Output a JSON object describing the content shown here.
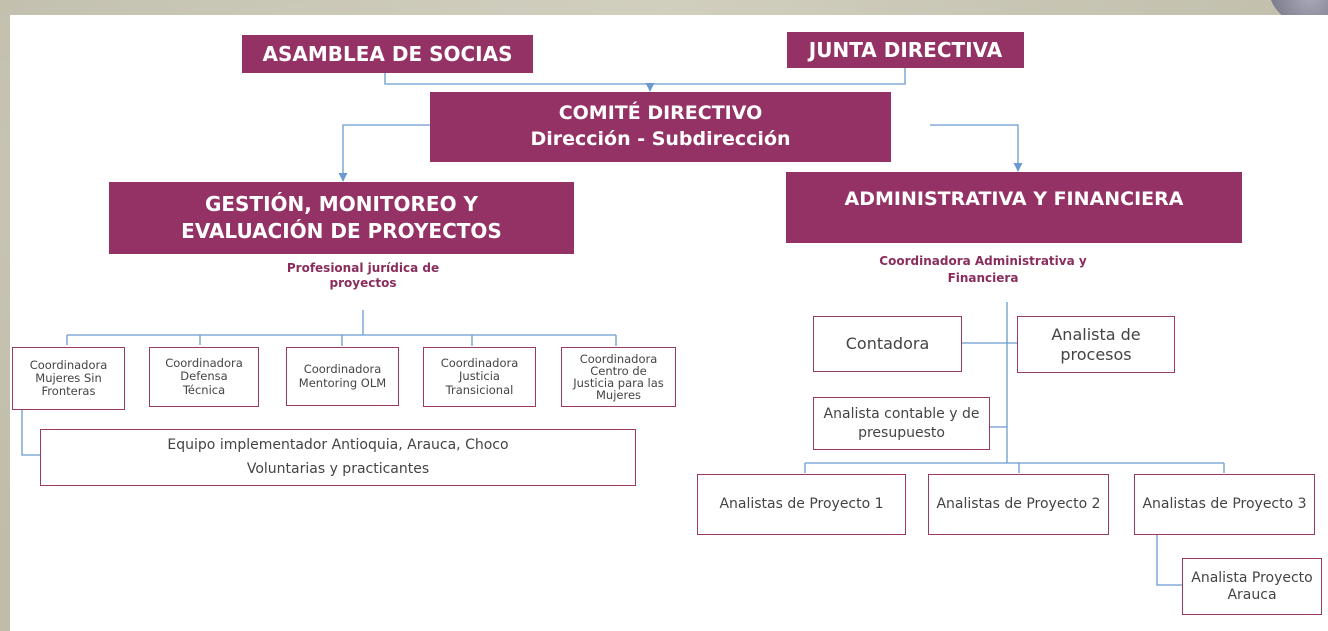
{
  "top": {
    "asamblea": "ASAMBLEA DE SOCIAS",
    "junta": "JUNTA DIRECTIVA",
    "comite_title": "COMITÉ DIRECTIVO",
    "comite_sub": "Dirección - Subdirección"
  },
  "left": {
    "title_line1": "GESTIÓN, MONITOREO Y",
    "title_line2": "EVALUACIÓN DE PROYECTOS",
    "subtitle_line1": "Profesional jurídica de",
    "subtitle_line2": "proyectos",
    "coordinators": [
      {
        "lines": [
          "Coordinadora",
          "Mujeres Sin",
          "Fronteras"
        ]
      },
      {
        "lines": [
          "Coordinadora",
          "Defensa",
          "Técnica"
        ]
      },
      {
        "lines": [
          "Coordinadora",
          "Mentoring OLM"
        ]
      },
      {
        "lines": [
          "Coordinadora",
          "Justicia",
          "Transicional"
        ]
      },
      {
        "lines": [
          "Coordinadora",
          "Centro de",
          "Justicia para las",
          "Mujeres"
        ]
      }
    ],
    "team_line1": "Equipo implementador Antioquia, Arauca, Choco",
    "team_line2": "Voluntarias y practicantes"
  },
  "right": {
    "title": "ADMINISTRATIVA Y FINANCIERA",
    "subtitle_line1": "Coordinadora Administrativa y",
    "subtitle_line2": "Financiera",
    "contadora": "Contadora",
    "analista_procesos_line1": "Analista de",
    "analista_procesos_line2": "procesos",
    "analista_contable_line1": "Analista contable y de",
    "analista_contable_line2": "presupuesto",
    "proyectos": [
      "Analistas de Proyecto 1",
      "Analistas de Proyecto 2",
      "Analistas de Proyecto 3"
    ],
    "arauca_line1": "Analista Proyecto",
    "arauca_line2": "Arauca"
  },
  "colors": {
    "primary": "#953265",
    "connector": "#6a9bd0",
    "outline": "#9a3a62"
  }
}
